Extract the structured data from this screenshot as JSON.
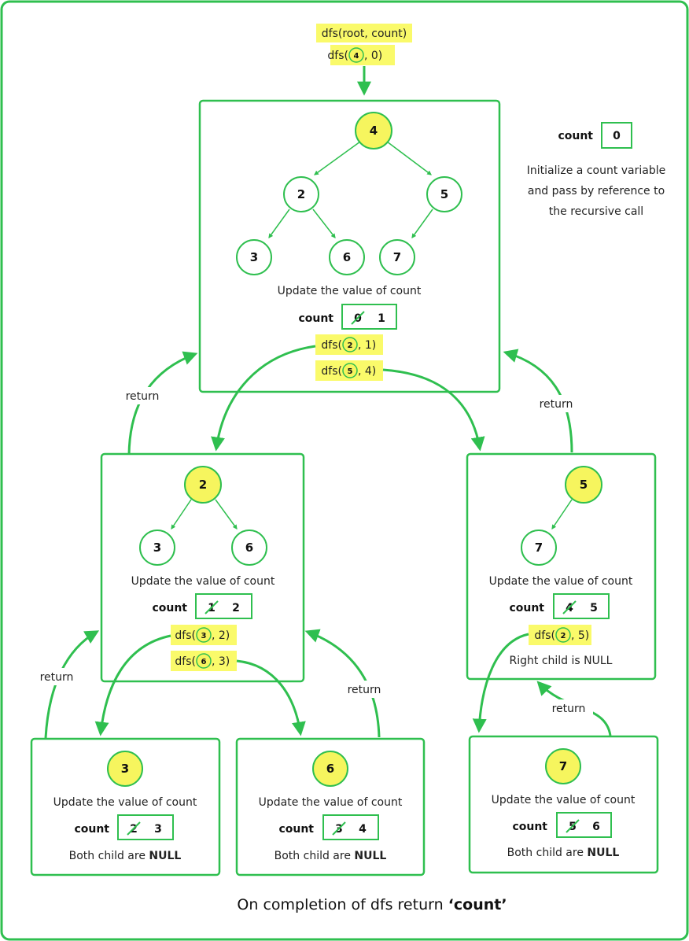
{
  "colors": {
    "green": "#2fbf4f",
    "yellow": "#f6f55e",
    "highlight": "#fafa6a"
  },
  "top": {
    "call1": "dfs(root, count)",
    "call2_prefix": "dfs(",
    "call2_node": "4",
    "call2_suffix": ", 0)"
  },
  "side_note": {
    "count_label": "count",
    "count_value": "0",
    "lines": [
      "Initialize a count variable",
      "and pass by reference to",
      "the recursive call"
    ]
  },
  "root_box": {
    "tree": {
      "root": "4",
      "left": "2",
      "right": "5",
      "ll": "3",
      "lr": "6",
      "rl": "7"
    },
    "update_text": "Update the value of count",
    "count_label": "count",
    "old_value": "0",
    "new_value": "1",
    "call_left": {
      "prefix": "dfs(",
      "node": "2",
      "suffix": ", 1)"
    },
    "call_right": {
      "prefix": "dfs(",
      "node": "5",
      "suffix": ", 4)"
    }
  },
  "box2": {
    "tree": {
      "root": "2",
      "left": "3",
      "right": "6"
    },
    "update_text": "Update the value of count",
    "count_label": "count",
    "old_value": "1",
    "new_value": "2",
    "call_left": {
      "prefix": "dfs(",
      "node": "3",
      "suffix": ", 2)"
    },
    "call_right": {
      "prefix": "dfs(",
      "node": "6",
      "suffix": ", 3)"
    }
  },
  "box5": {
    "tree": {
      "root": "5",
      "left": "7"
    },
    "update_text": "Update the value of count",
    "count_label": "count",
    "old_value": "4",
    "new_value": "5",
    "call_left": {
      "prefix": "dfs(",
      "node": "2",
      "suffix": ", 5)"
    },
    "note": "Right child is NULL"
  },
  "box3": {
    "node": "3",
    "update_text": "Update the value of count",
    "count_label": "count",
    "old_value": "2",
    "new_value": "3",
    "null_prefix": "Both child are ",
    "null_bold": "NULL"
  },
  "box6": {
    "node": "6",
    "update_text": "Update the value of count",
    "count_label": "count",
    "old_value": "3",
    "new_value": "4",
    "null_prefix": "Both child are ",
    "null_bold": "NULL"
  },
  "box7": {
    "node": "7",
    "update_text": "Update the value of count",
    "count_label": "count",
    "old_value": "5",
    "new_value": "6",
    "null_prefix": "Both child are ",
    "null_bold": "NULL"
  },
  "returns": {
    "label": "return"
  },
  "caption": {
    "prefix": "On completion of dfs return ",
    "bold": "‘count’"
  }
}
